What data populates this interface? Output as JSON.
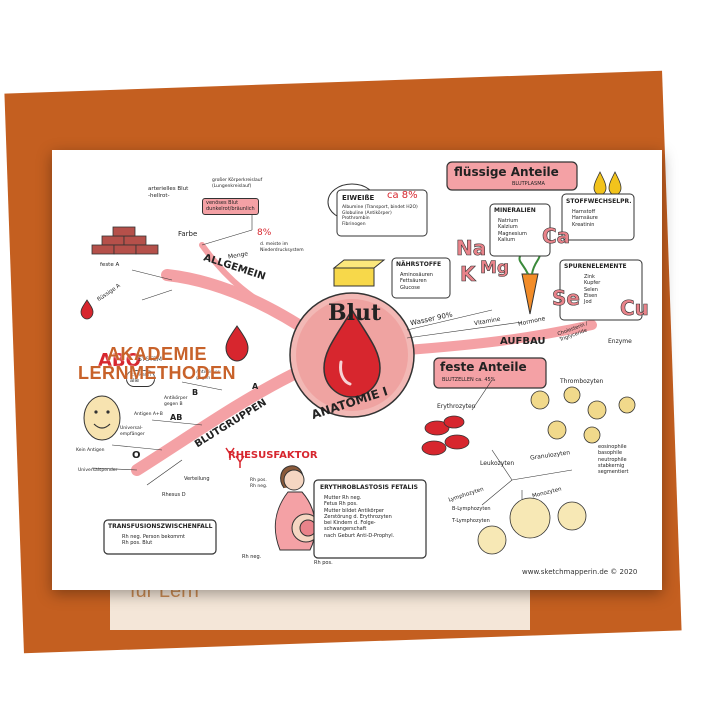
{
  "background_text": "für Lern",
  "title": "Blut",
  "subtitle": "ANATOMIE I",
  "copyright": "www.sketchmapperin.de © 2020",
  "logo": {
    "line1": "AKADEMIE",
    "line2": "LERNMETHODEN"
  },
  "allgemein": {
    "label": "ALLGEMEIN",
    "arterial": [
      "arterielles Blut",
      "-hellrot-"
    ],
    "venoes": [
      "venöses Blut",
      "dunkelrot/bräunlich"
    ],
    "kreislauf_gross": [
      "großer Körperkreislauf",
      "(Lungenkreislauf)"
    ],
    "farbe": "Farbe",
    "menge": "Menge",
    "menge_value": "8%",
    "menge_note": [
      "d. meiste im",
      "Niederdrucksystem"
    ],
    "feste_a": "feste A",
    "fluessige_a": "flüssige A"
  },
  "fluessige": {
    "title": "flüssige Anteile",
    "sub": "BLUTPLASMA",
    "wasser": "Wasser 90%",
    "vitamine": "Vitamine",
    "hormone": "Hormone",
    "cholesterin": [
      "Cholesterin /",
      "Triglyceride"
    ],
    "enzyme": "Enzyme"
  },
  "eiweisse": {
    "title": "EIWEIßE",
    "value": "ca 8%",
    "items": [
      "Albumine (Transport, bindet H2O)",
      "Globuline (Antikörper)",
      "Prothrombin",
      "Fibrinogen"
    ]
  },
  "mineralien": {
    "title": "MINERALIEN",
    "items": [
      "Natrium",
      "Kalzium",
      "Magnesium",
      "Kalium"
    ]
  },
  "stoffwechsel": {
    "title": "STOFFWECHSELPR.",
    "items": [
      "Harnstoff",
      "Harnsäure",
      "Kreatinin"
    ]
  },
  "naehrstoffe": {
    "title": "NÄHRSTOFFE",
    "items": [
      "Aminosäuren",
      "Fettsäuren",
      "Glucose"
    ]
  },
  "spuren": {
    "title": "SPURENELEMENTE",
    "items": [
      "Zink",
      "Kupfer",
      "Selen",
      "Eisen",
      "Jod"
    ]
  },
  "symbols": {
    "na": "Na",
    "k": "K",
    "mg": "Mg",
    "ca": "Ca",
    "se": "Se",
    "cu": "Cu"
  },
  "aufbau": "AUFBAU",
  "feste": {
    "title": "feste Anteile",
    "sub": "BLUTZELLEN ca. 45%",
    "erythrozyten": "Erythrozyten",
    "thrombozyten": "Thrombozyten",
    "leukozyten": "Leukozyten",
    "granulozyten": "Granulozyten",
    "gran_items": [
      "eosinophile",
      "basophile",
      "neutrophile",
      "stabkernig",
      "segmentiert"
    ],
    "lymphozyten": "Lymphozyten",
    "monozyten": "Monozyten",
    "b_lymph": "B-Lymphozyten",
    "t_lymph": "T-Lymphozyten"
  },
  "blutgruppen": {
    "label": "BLUTGRUPPEN",
    "abo": "ABO",
    "system": "SYSTEM",
    "ich_kann_alle": [
      "ich kann",
      "alle"
    ],
    "a": "A",
    "b": "B",
    "ab": "AB",
    "o": "O",
    "antikoerper_gegen_a": [
      "Antikörper",
      "gegen A"
    ],
    "antikoerper_gegen_b": [
      "Antikörper",
      "gegen B"
    ],
    "antigen_ab": "Antigen A+B",
    "universal_empf": [
      "Universal-",
      "empfänger"
    ],
    "kein_antigen": "Kein Antigen",
    "universal_spender": "Universalspender",
    "verteilung": "Verteilung",
    "verteilung_values": [
      "Rh pos.",
      "Rh neg."
    ],
    "rhesus_d": "Rhesus D"
  },
  "rhesus": {
    "label": "RHESUSFAKTOR",
    "rh_neg": "Rh neg.",
    "rh_pos": "Rh pos."
  },
  "transfusion": {
    "title": "TRANSFUSIONSZWISCHENFALL",
    "lines": [
      "Rh neg. Person bekommt",
      "Rh pos. Blut"
    ]
  },
  "erythroblastosis": {
    "title": "ERYTHROBLASTOSIS FETALIS",
    "items": [
      "Mutter Rh neg.",
      "Fetus Rh pos.",
      "Mutter bildet Antikörper",
      "Zerstörung d. Erythrozyten",
      "bei Kindern d. Folge-",
      "schwangerschaft",
      "nach Geburt Anti-D-Prophyl."
    ]
  },
  "colors": {
    "brand_orange": "#c8622a",
    "accent_red": "#d7262e",
    "pink": "#f4a1a5",
    "card": "#c45f20"
  }
}
